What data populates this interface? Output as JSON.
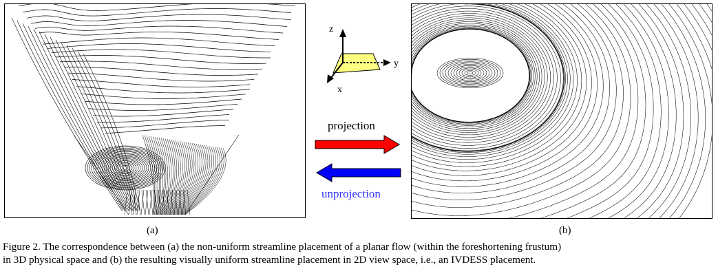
{
  "figure": {
    "panel_a_label": "(a)",
    "panel_b_label": "(b)",
    "axis_labels": {
      "z": "z",
      "y": "y",
      "x": "x"
    },
    "arrows": {
      "projection_label": "projection",
      "projection_color": "#ff0000",
      "unprojection_label": "unprojection",
      "unprojection_color": "#0000ff",
      "unprojection_text_color": "#3434ff"
    },
    "plane_color": "#ffff80",
    "caption_line1": "Figure 2. The correspondence between (a) the non-uniform streamline placement of a planar flow (within the foreshortening frustum)",
    "caption_line2": "in 3D physical space and (b) the resulting visually uniform streamline placement in 2D view space, i.e., an IVDESS placement."
  }
}
